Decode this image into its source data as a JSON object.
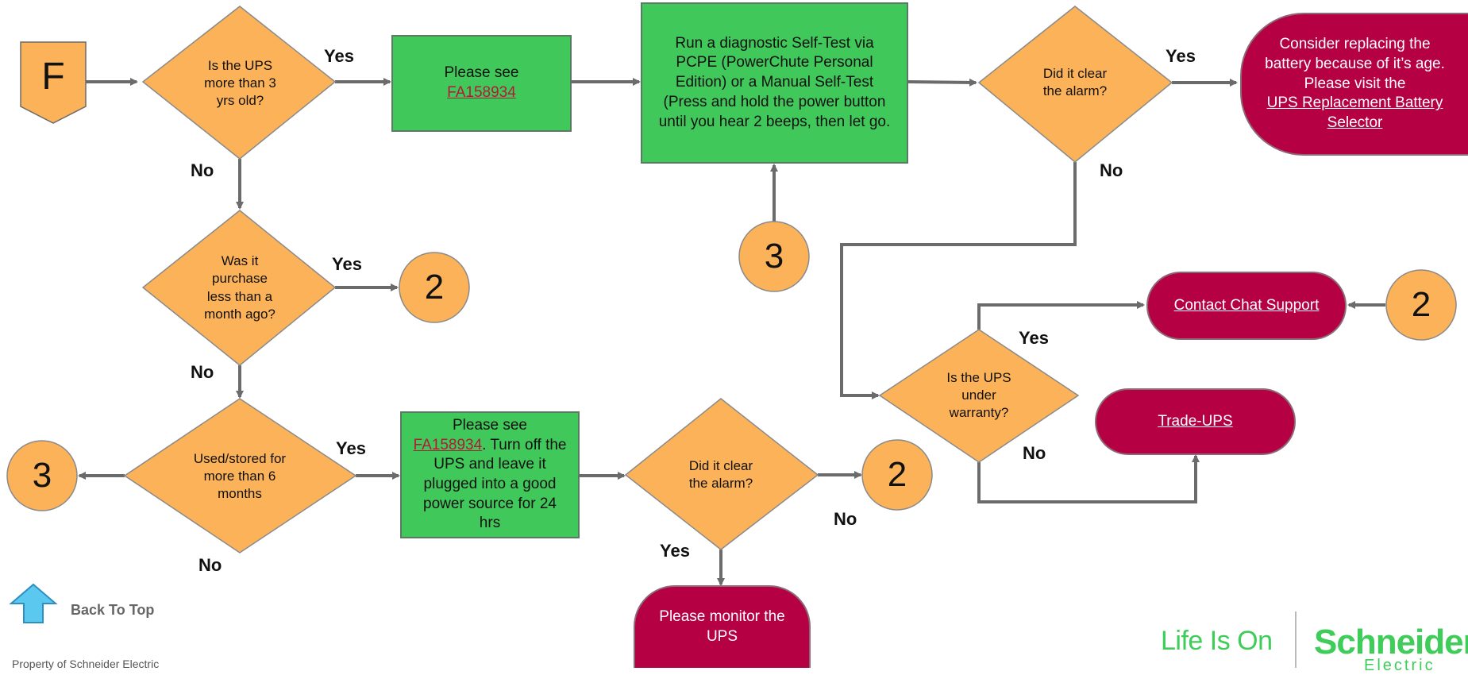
{
  "colors": {
    "diamond": "#fcb258",
    "process": "#41c85a",
    "terminal": "#b50044",
    "connector": "#fcb258",
    "arrow": "#6b6b6b",
    "brand": "#3dcd58"
  },
  "start": {
    "label": "F"
  },
  "decisions": {
    "ups_age": "Is the UPS more than 3 yrs old?",
    "purchase": "Was it purchase less than a month ago?",
    "stored": "Used/stored for more than 6 months",
    "clear_bottom": "Did it clear the alarm?",
    "clear_top": "Did it clear the alarm?",
    "warranty": "Is the UPS under warranty?"
  },
  "process": {
    "see_fa": {
      "prefix": "Please see",
      "link": "FA158934"
    },
    "selftest": "Run a diagnostic Self-Test via PCPE (PowerChute Personal Edition) or a Manual Self-Test (Press and hold the power button until you hear 2 beeps, then let go.",
    "storage": {
      "prefix": "Please see",
      "link": "FA158934",
      "suffix": ". Turn off the UPS and leave it plugged into a good power source for 24 hrs"
    }
  },
  "terminals": {
    "replace": {
      "text": "Consider replacing the battery because of it’s age. Please visit the",
      "link": "UPS Replacement Battery Selector"
    },
    "chat": "Contact Chat Support",
    "trade": "Trade-UPS",
    "monitor": "Please monitor the UPS"
  },
  "connectors": {
    "two": "2",
    "three": "3"
  },
  "labels": {
    "yes": "Yes",
    "no": "No"
  },
  "nav": {
    "back_to_top": "Back To Top"
  },
  "footer": {
    "property": "Property of Schneider Electric"
  },
  "branding": {
    "tagline": "Life Is On",
    "company": "Schneider",
    "company_sub": "Electric"
  }
}
